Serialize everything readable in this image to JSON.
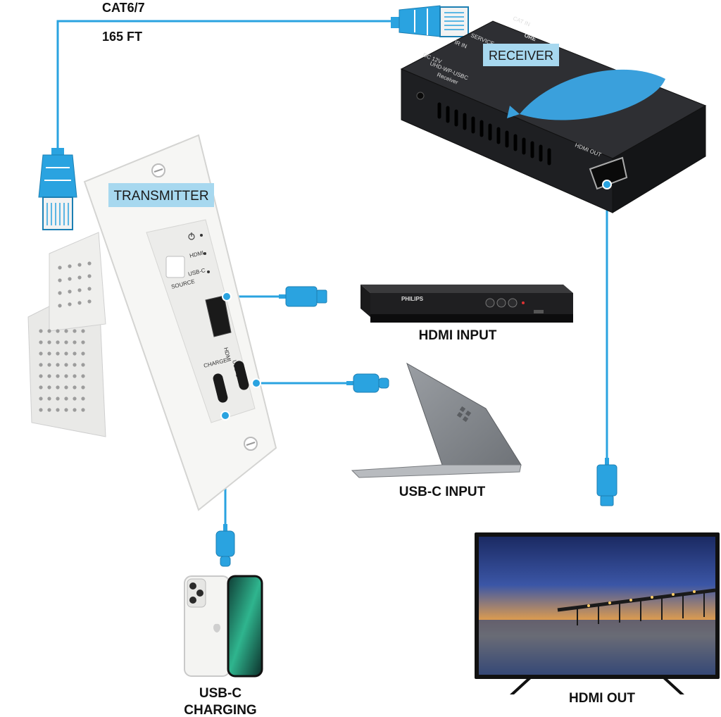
{
  "cable": {
    "type": "CAT6/7",
    "length": "165 FT"
  },
  "transmitter": {
    "title": "TRANSMITTER",
    "led_hdmi": "HDMI",
    "led_usbc": "USB-C",
    "source_button": "SOURCE",
    "port_hdmi": "HDMI",
    "port_charge": "CHARGE",
    "port_usbc": "USB-C"
  },
  "receiver": {
    "title": "RECEIVER",
    "brand": "ORE",
    "model": "UHD-WP-USBC",
    "sub": "Receiver",
    "port_hdmi_out": "HDMI OUT",
    "port_dc": "DC 12V",
    "port_ir": "IR IN",
    "port_service": "SERVICE",
    "port_cat": "CAT IN"
  },
  "devices": {
    "bluray_brand": "PHILIPS",
    "hdmi_input": "HDMI INPUT",
    "usbc_input": "USB-C INPUT",
    "usbc_charging_1": "USB-C",
    "usbc_charging_2": "CHARGING",
    "hdmi_out": "HDMI OUT"
  },
  "colors": {
    "cable": "#2aa3e0",
    "label_bg": "#a7d8ef",
    "panel": "#f4f4f2"
  },
  "icons": [
    "rj45-connector-icon",
    "hdmi-connector-icon",
    "usbc-connector-icon",
    "power-icon"
  ]
}
